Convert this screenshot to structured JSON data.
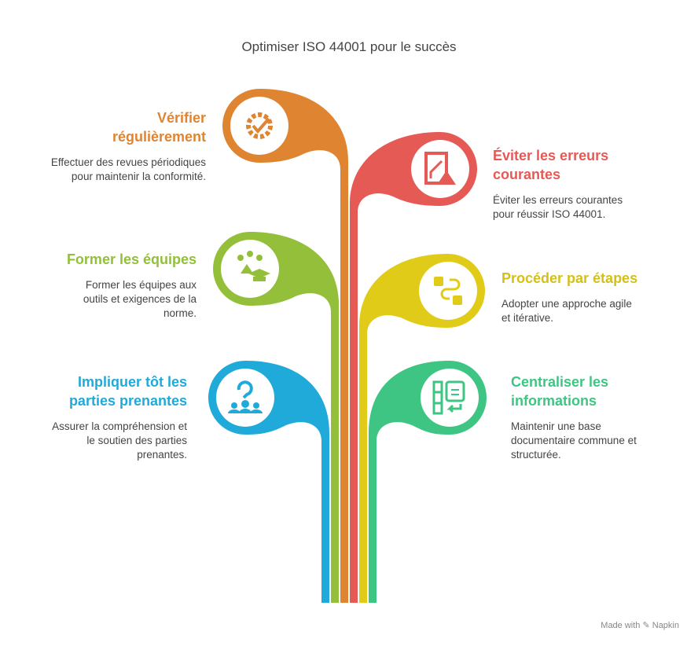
{
  "title": "Optimiser ISO 44001 pour le succès",
  "items": [
    {
      "id": "verifier",
      "heading": "Vérifier régulièrement",
      "text": "Effectuer des revues périodiques pour maintenir la conformité.",
      "color": "#DF8430",
      "icon": "gear-check-icon"
    },
    {
      "id": "eviter",
      "heading": "Éviter les erreurs courantes",
      "text": "Éviter les erreurs courantes pour réussir ISO 44001.",
      "color": "#E55A55",
      "icon": "road-warning-icon"
    },
    {
      "id": "former",
      "heading": "Former les équipes",
      "text": "Former les équipes aux outils et exigences de la norme.",
      "color": "#93BF3B",
      "icon": "team-graduation-icon"
    },
    {
      "id": "proceder",
      "heading": "Procéder par étapes",
      "text": "Adopter une approche agile et itérative.",
      "color": "#E0CB18",
      "icon": "iterative-steps-icon"
    },
    {
      "id": "impliquer",
      "heading": "Impliquer tôt les parties prenantes",
      "text": "Assurer la compréhension et le soutien des parties prenantes.",
      "color": "#20AAD9",
      "icon": "stakeholders-question-icon"
    },
    {
      "id": "centraliser",
      "heading": "Centraliser les informations",
      "text": "Maintenir une base documentaire commune et structurée.",
      "color": "#3EC583",
      "icon": "documents-icon"
    }
  ],
  "footer": "Made with ✎ Napkin"
}
